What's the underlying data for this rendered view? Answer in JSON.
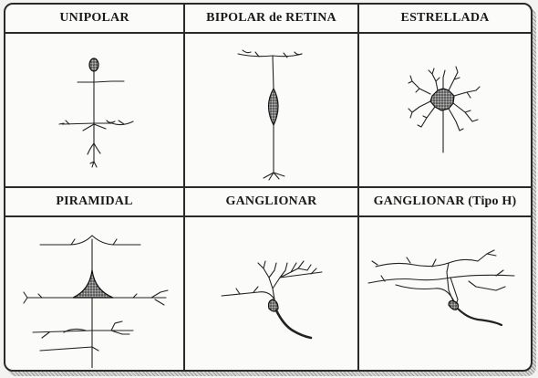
{
  "panels": [
    {
      "title": "UNIPOLAR"
    },
    {
      "title": "BIPOLAR de RETINA"
    },
    {
      "title": "ESTRELLADA"
    },
    {
      "title": "PIRAMIDAL"
    },
    {
      "title": "GANGLIONAR"
    },
    {
      "title": "GANGLIONAR (Tipo H)"
    }
  ]
}
